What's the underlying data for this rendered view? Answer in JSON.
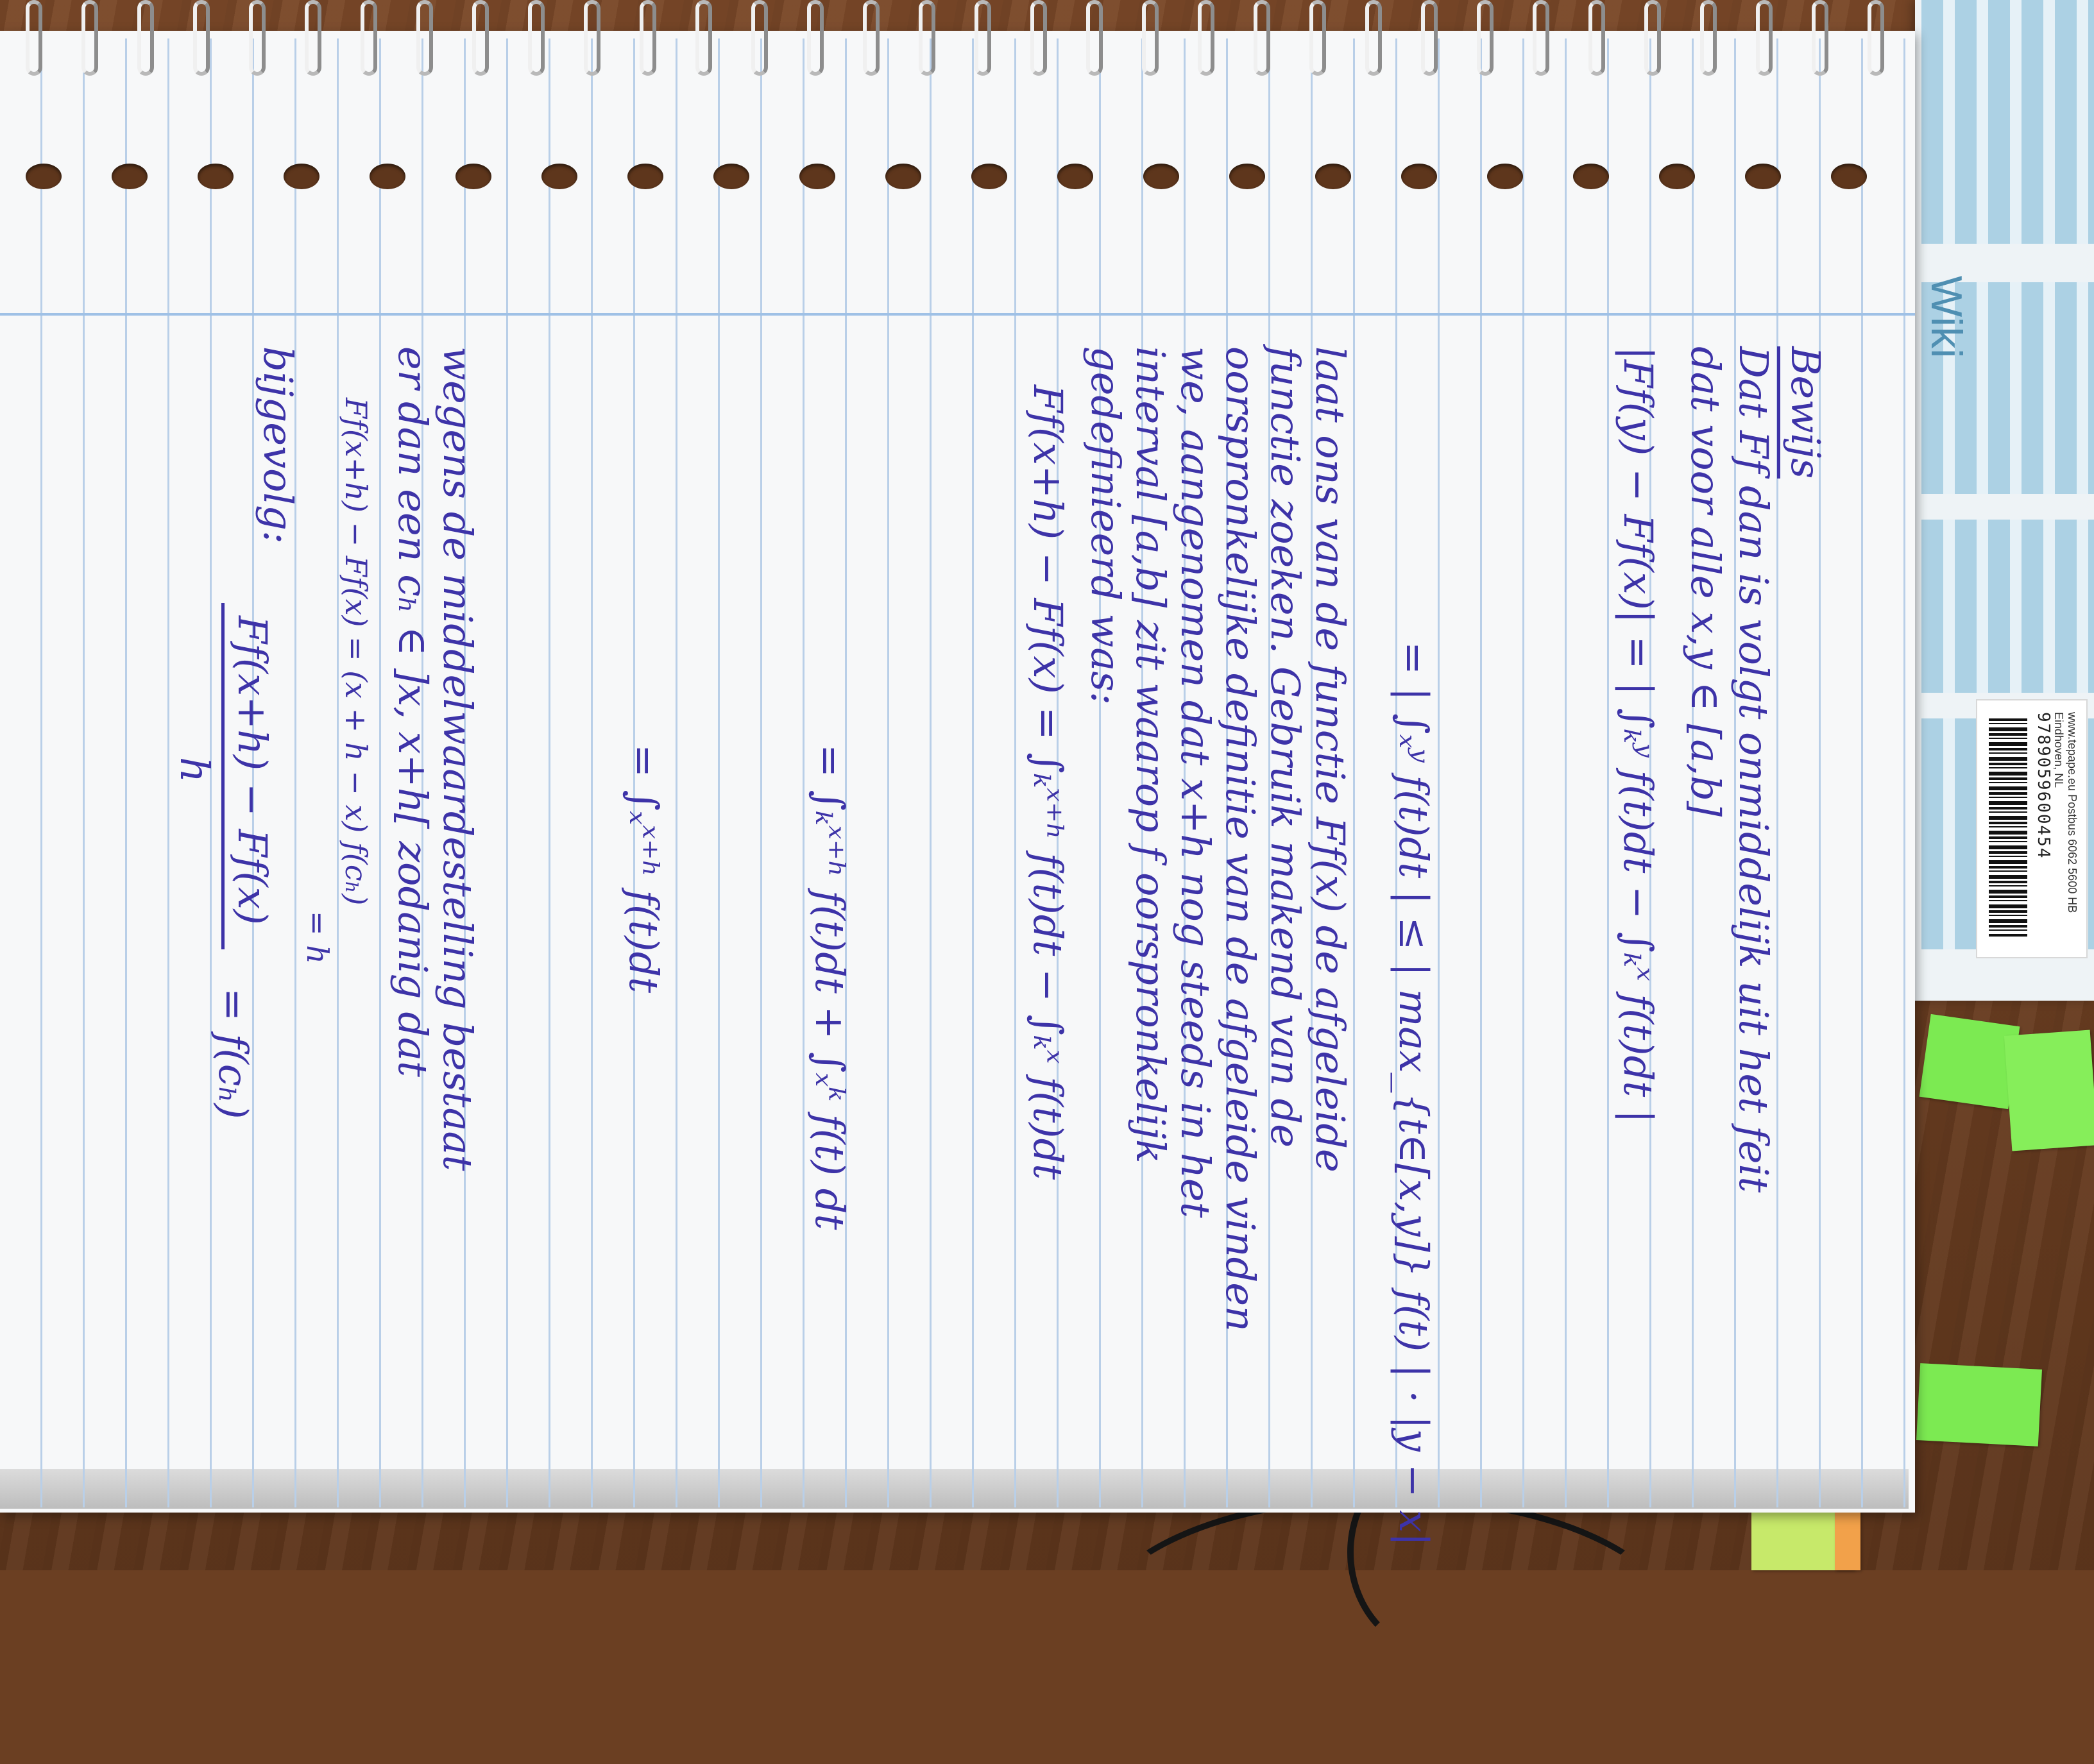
{
  "side_notebook": {
    "wiki_text": "Wiki",
    "barcode_number": "9789059600454",
    "publisher_text": "www.tepape.eu Postbus 6062 5600 HB Eindhoven, NL"
  },
  "notes": {
    "title": "Bewijs",
    "lines": [
      "Dat Ff dan is volgt onmiddelijk uit het feit",
      "dat voor alle x,y ∈ [a,b]",
      "|Ff(y) − Ff(x)| = | ∫ₖʸ f(t)dt − ∫ₖˣ f(t)dt |",
      "= | ∫ₓʸ f(t)dt | ≤ | max_{t∈[x,y]} f(t) | · |y − x|",
      "laat ons van de functie Ff(x) de afgeleide",
      "functie zoeken. Gebruik makend van de",
      "oorspronkelijke definitie van de afgeleide vinden",
      "we, aangenomen dat x+h nog steeds in het",
      "interval [a,b] zit waarop f oorspronkelijk",
      "gedefinieerd was:",
      "Ff(x+h) − Ff(x) = ∫ₖˣ⁺ʰ f(t)dt − ∫ₖˣ f(t)dt",
      "= ∫ₖˣ⁺ʰ f(t)dt + ∫ₓᵏ f(t) dt",
      "= ∫ₓˣ⁺ʰ f(t)dt",
      "wegens de middelwaardestelling bestaat",
      "er dan een cₕ ∈ ]x, x+h[ zodanig dat",
      "Ff(x+h) − Ff(x) = (x + h − x) f(cₕ)",
      "= h",
      "bijgevolg:",
      "Ff(x+h) − Ff(x)",
      "h",
      "= f(cₕ)"
    ]
  }
}
